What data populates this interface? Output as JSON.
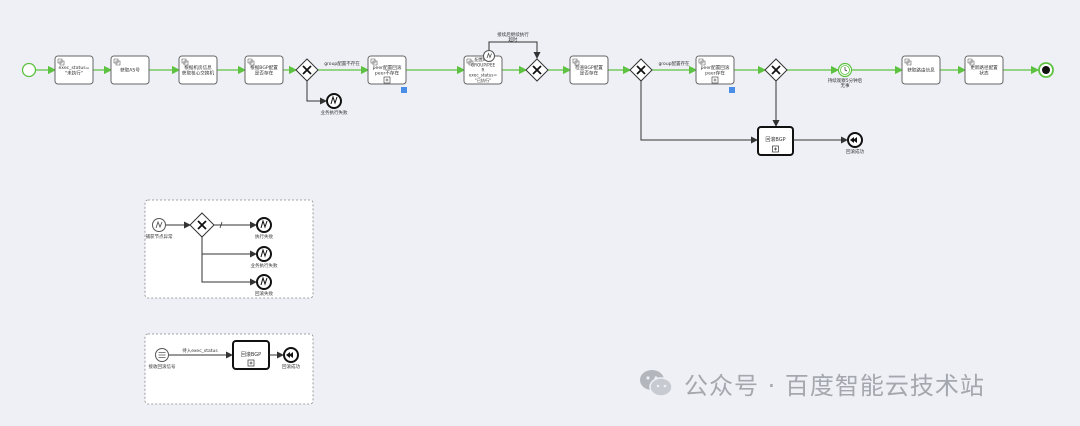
{
  "main_flow": {
    "tasks": [
      {
        "id": "t1",
        "lines": [
          "exec_status=",
          "\"未执行\""
        ]
      },
      {
        "id": "t2",
        "lines": [
          "获取AS号"
        ]
      },
      {
        "id": "t3",
        "lines": [
          "根据机房信息",
          "获取核心交换机"
        ]
      },
      {
        "id": "t4",
        "lines": [
          "根据BGP配置",
          "是否存在"
        ]
      },
      {
        "id": "t5",
        "lines": [
          "peer配置回滚",
          "peer不存在"
        ]
      },
      {
        "id": "t6",
        "lines": [
          "配置BGP",
          "GROUP/PEE",
          "R",
          "exec_status=",
          "\"已执行\""
        ]
      },
      {
        "id": "t7",
        "lines": [
          "检查BGP配置",
          "是否存在"
        ]
      },
      {
        "id": "t8",
        "lines": [
          "peer配置回滚",
          "peer存在"
        ]
      },
      {
        "id": "t9",
        "lines": [
          "获取路由信息"
        ]
      },
      {
        "id": "t10",
        "lines": [
          "更新路径配置",
          "状态"
        ]
      }
    ],
    "edge_labels": {
      "group_not_exist": "group配置不存在",
      "group_exist": "group配置存在",
      "timeout_retry": "接续后继续执行",
      "timeout_retry2": "超时",
      "wait_timer": "持续观察5分钟后",
      "wait_timer2": "无事"
    },
    "end_labels": {
      "biz_fail": "业务执行失败",
      "rollback_ok": "回滚成功"
    },
    "subprocess": "回滚BGP"
  },
  "legend_error": {
    "start": "捕获节点异常",
    "ends": [
      "执行失败",
      "业务执行失败",
      "回滚失败"
    ]
  },
  "legend_rollback": {
    "start": "接收回滚信号",
    "edge": "待入exec_status",
    "subprocess": "回滚BGP",
    "end": "回滚成功"
  },
  "watermark": "公众号 · 百度智能云技术站"
}
